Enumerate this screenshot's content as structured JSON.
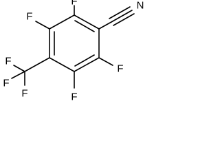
{
  "molecule": {
    "atoms": {
      "f_ring_top": "F",
      "f_ring_upper_left": "F",
      "f_ring_right": "F",
      "f_ring_bottom": "F",
      "f_cf3_upper": "F",
      "f_cf3_left": "F",
      "f_cf3_lower": "F",
      "nitrile_n": "N"
    }
  },
  "colors": {
    "bond": "#000000",
    "label": "#000000",
    "background": "#ffffff"
  }
}
